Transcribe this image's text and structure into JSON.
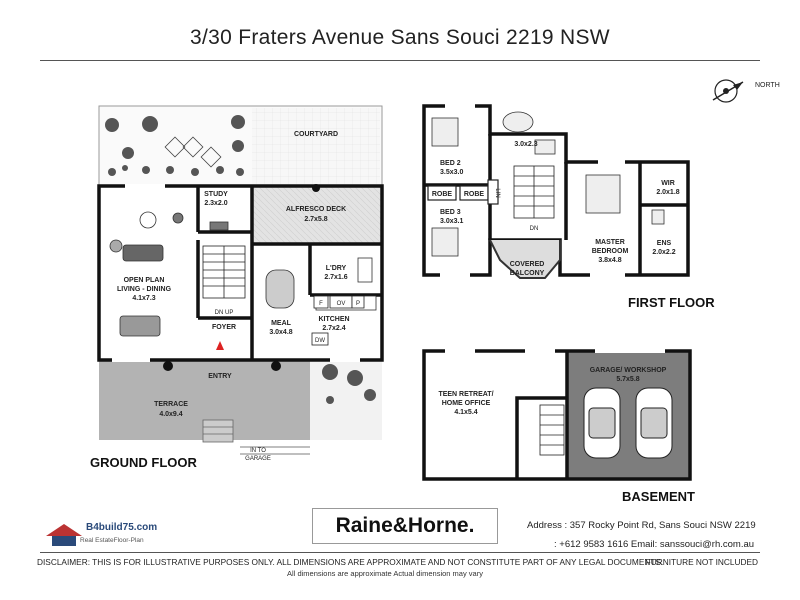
{
  "title": "3/30 Fraters Avenue Sans Souci 2219 NSW",
  "ground": {
    "floor_label": "GROUND FLOOR",
    "courtyard": "COURTYARD",
    "study": {
      "name": "STUDY",
      "dim": "2.3x2.0"
    },
    "alfresco": {
      "name": "ALFRESCO DECK",
      "dim": "2.7x5.8"
    },
    "living": {
      "name1": "OPEN PLAN",
      "name2": "LIVING - DINING",
      "dim": "4.1x7.3"
    },
    "ldry": {
      "name": "L'DRY",
      "dim": "2.7x1.6"
    },
    "meal": {
      "name": "MEAL",
      "dim": "3.0x4.8"
    },
    "kitchen": {
      "name": "KITCHEN",
      "dim": "2.7x2.4"
    },
    "foyer": "FOYER",
    "entry": "ENTRY",
    "terrace": {
      "name": "TERRACE",
      "dim": "4.0x9.4"
    },
    "dn_up": "DN  UP",
    "in_to_garage_1": "IN TO",
    "in_to_garage_2": "GARAGE",
    "f": "F",
    "ov": "OV",
    "p": "P",
    "dw": "DW"
  },
  "first": {
    "floor_label": "FIRST FLOOR",
    "bed2": {
      "name": "BED 2",
      "dim": "3.5x3.0"
    },
    "bath": {
      "dim": "3.0x2.3"
    },
    "robe1": "ROBE",
    "robe2": "ROBE",
    "lin": "LIN",
    "bed3": {
      "name": "BED 3",
      "dim": "3.0x3.1"
    },
    "wir": {
      "name": "WIR",
      "dim": "2.0x1.8"
    },
    "master": {
      "name1": "MASTER",
      "name2": "BEDROOM",
      "dim": "3.8x4.8"
    },
    "ens": {
      "name": "ENS",
      "dim": "2.0x2.2"
    },
    "balcony": {
      "name1": "COVERED",
      "name2": "BALCONY"
    },
    "dn": "DN"
  },
  "basement": {
    "floor_label": "BASEMENT",
    "teen": {
      "name1": "TEEN RETREAT/",
      "name2": "HOME OFFICE",
      "dim": "4.1x5.4"
    },
    "garage": {
      "name": "GARAGE/ WORKSHOP",
      "dim": "5.7x5.8"
    }
  },
  "north_label": "NORTH",
  "brand": "Raine&Horne.",
  "b4build": {
    "name": "B4build75.com",
    "sub": "Real EstateFloor-Plan"
  },
  "address": "Address : 357 Rocky Point Rd, Sans Souci NSW 2219",
  "contact": ": +612 9583 1616  Email: sanssouci@rh.com.au",
  "disclaimer": "DISCLAIMER: THIS IS FOR ILLUSTRATIVE PURPOSES ONLY. ALL DIMENSIONS ARE APPROXIMATE AND NOT CONSTITUTE PART OF ANY LEGAL DOCUMENTS.",
  "disclaimer2": "All dimensions are approximate Actual dimension may vary",
  "furniture_note": "FURNITURE NOT INCLUDED",
  "colors": {
    "wall": "#111111",
    "deck": "#e6e6e6",
    "terrace": "#b3b3b3",
    "garage": "#7d7d7d",
    "plant": "#5a5a5a"
  }
}
